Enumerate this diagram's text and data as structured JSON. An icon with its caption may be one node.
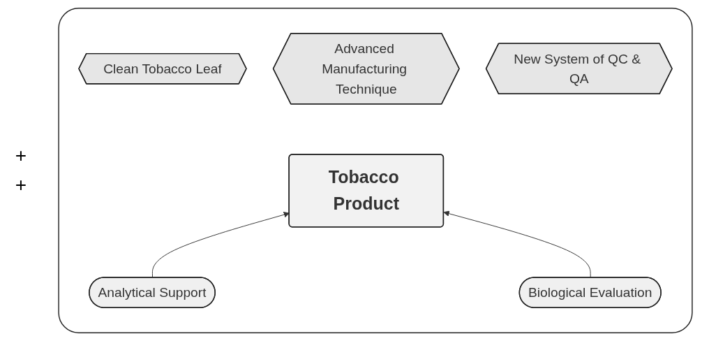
{
  "diagram": {
    "nodes": [
      {
        "text": [],
        "shape": "box"
      },
      {
        "text": [
          "Clean Tobacco Leaf"
        ],
        "in": 0
      },
      {
        "text": [
          "Advanced Manufacturing Technique"
        ],
        "in": 0
      },
      {
        "text": [
          "New System of QC & QA"
        ],
        "in": 0
      },
      {
        "text": [
          "Tobacco Product"
        ],
        "in": 0
      },
      {
        "text": [
          "Analytical Support"
        ],
        "in": 0
      },
      {
        "text": [
          "Biological Evaluation"
        ],
        "in": 0
      }
    ],
    "edges": [
      {
        "from": 5,
        "to": 4,
        "arrow": "to"
      },
      {
        "from": 6,
        "to": 4,
        "arrow": "to"
      }
    ],
    "labels": [
      "+",
      "+"
    ]
  }
}
